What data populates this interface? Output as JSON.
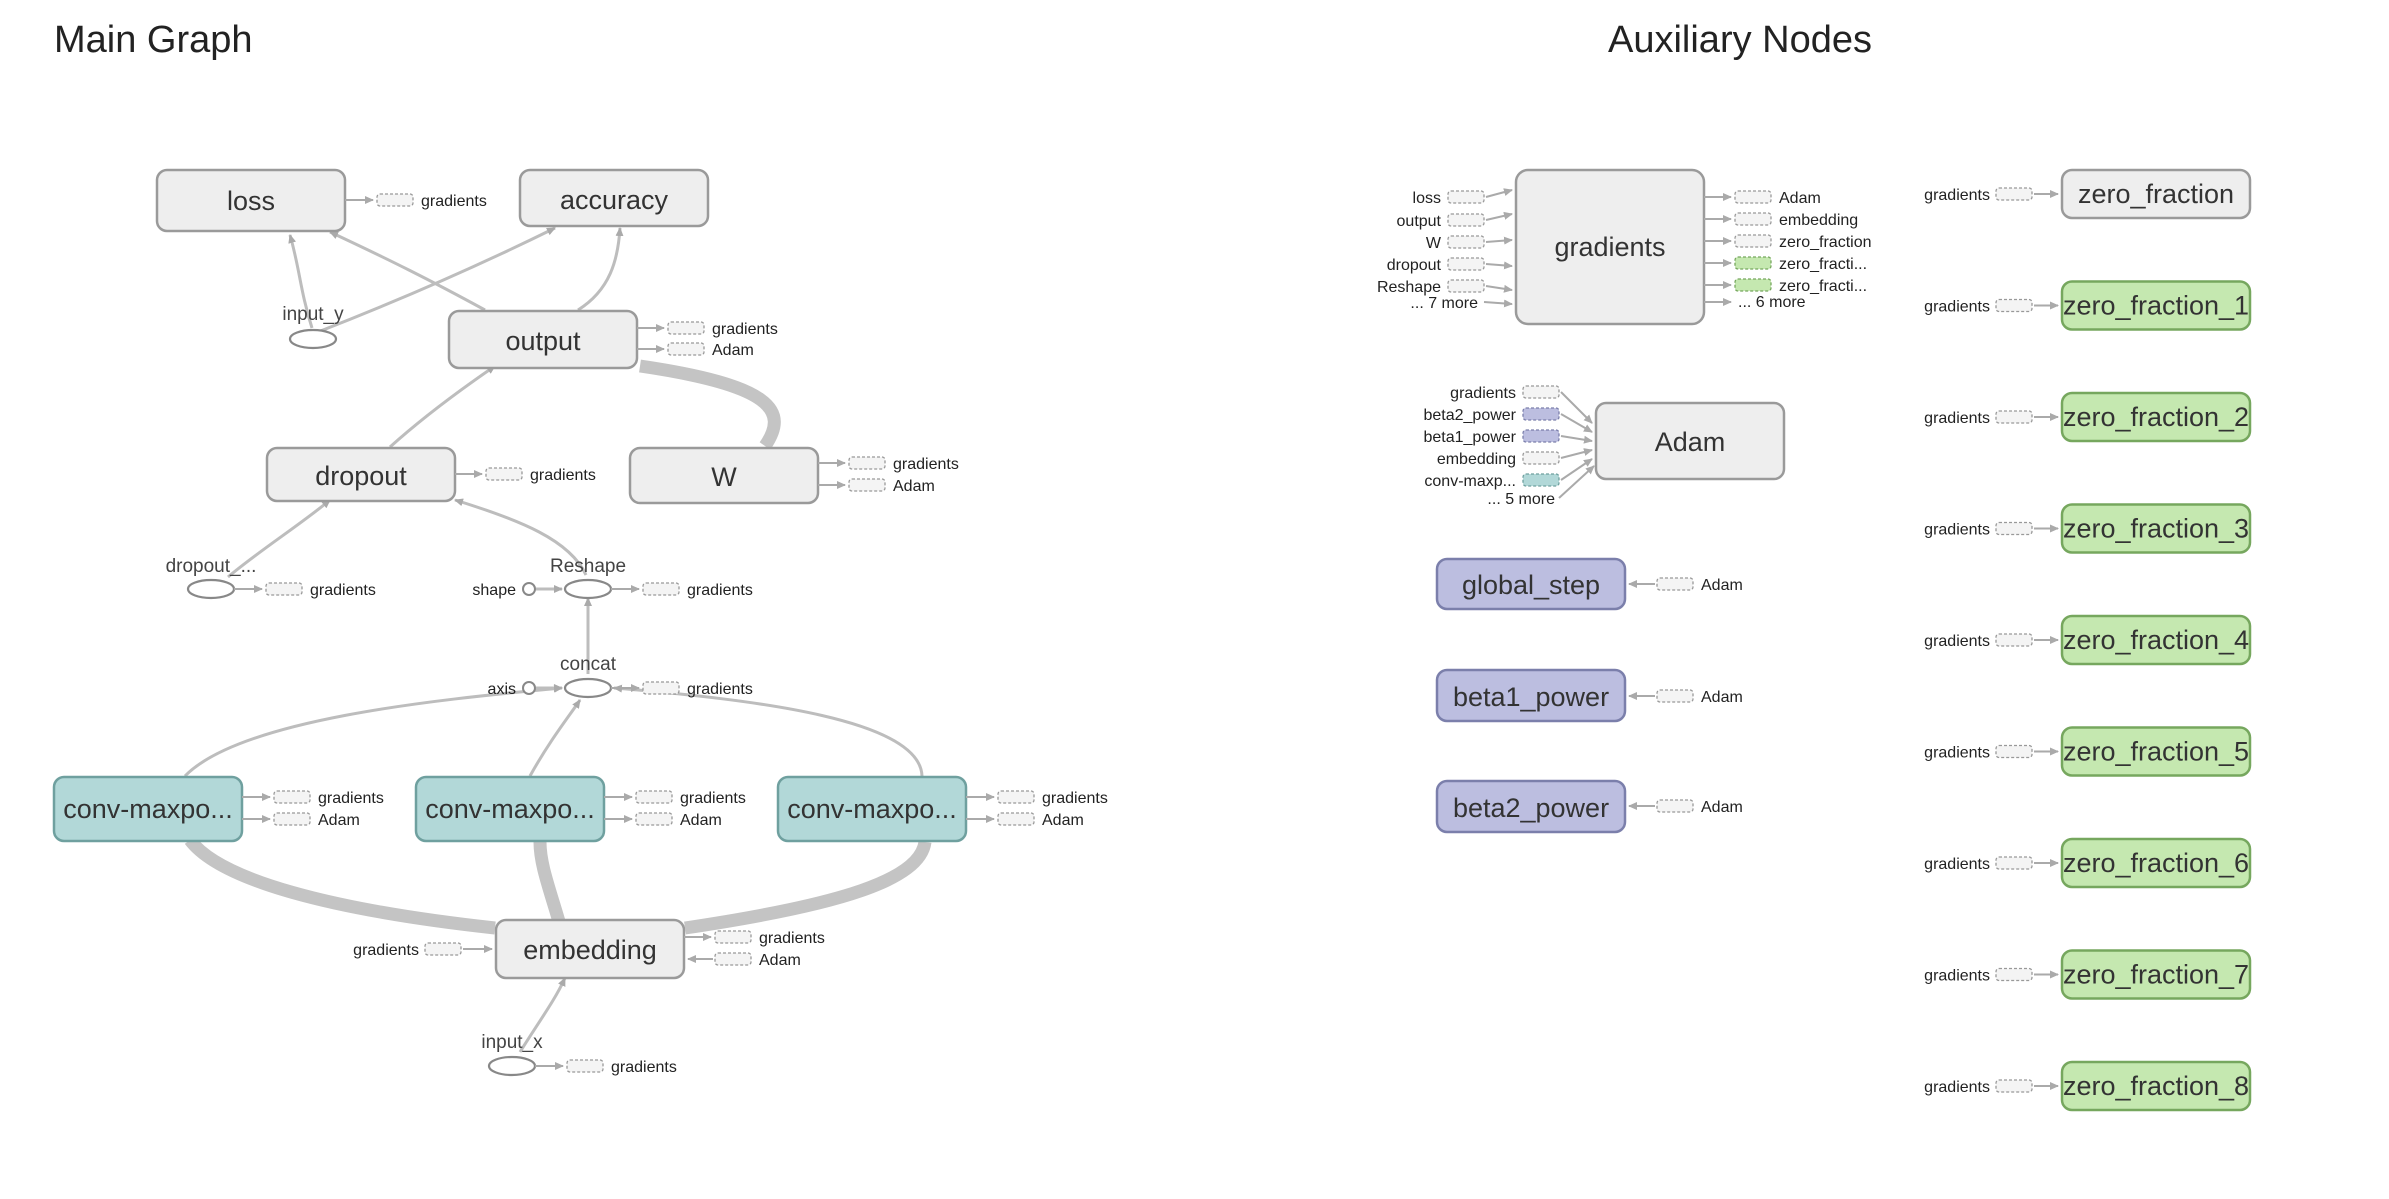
{
  "titles": {
    "main": "Main Graph",
    "aux": "Auxiliary Nodes"
  },
  "main_nodes": {
    "loss": "loss",
    "accuracy": "accuracy",
    "output": "output",
    "dropout": "dropout",
    "W": "W",
    "conv1": "conv-maxpo...",
    "conv2": "conv-maxpo...",
    "conv3": "conv-maxpo...",
    "embedding": "embedding"
  },
  "op_nodes": {
    "input_y": "input_y",
    "dropout_keep": "dropout_...",
    "reshape": "Reshape",
    "concat": "concat",
    "input_x": "input_x",
    "shape": "shape",
    "axis": "axis"
  },
  "stub_labels": {
    "gradients": "gradients",
    "adam": "Adam"
  },
  "aux_gradients": {
    "title": "gradients",
    "inputs": [
      "loss",
      "output",
      "W",
      "dropout",
      "Reshape",
      "... 7 more"
    ],
    "outputs": [
      "Adam",
      "embedding",
      "zero_fraction",
      "zero_fracti...",
      "zero_fracti...",
      "... 6 more"
    ]
  },
  "aux_adam": {
    "title": "Adam",
    "inputs": [
      "gradients",
      "beta2_power",
      "beta1_power",
      "embedding",
      "conv-maxp...",
      "... 5 more"
    ]
  },
  "aux_vars": [
    "global_step",
    "beta1_power",
    "beta2_power"
  ],
  "zero_fractions": [
    "zero_fraction",
    "zero_fraction_1",
    "zero_fraction_2",
    "zero_fraction_3",
    "zero_fraction_4",
    "zero_fraction_5",
    "zero_fraction_6",
    "zero_fraction_7",
    "zero_fraction_8"
  ],
  "colors": {
    "gray": "#eeeeee",
    "teal": "#b2d8d8",
    "purple": "#bcbee0",
    "green": "#c5e8b0"
  }
}
